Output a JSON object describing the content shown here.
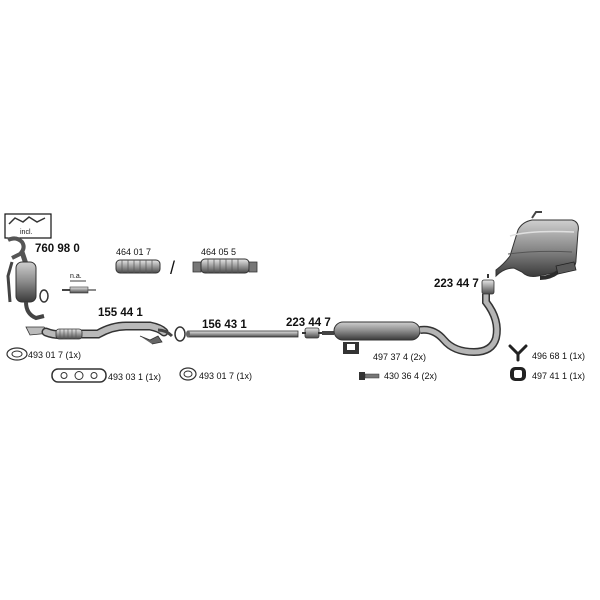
{
  "parts": {
    "catalyst_number": "760 98 0",
    "incl_label": "incl.",
    "na_label": "n.a.",
    "flex_pipe_a": "464 01 7",
    "separator": "/",
    "flex_pipe_b": "464 05 5",
    "front_pipe": "155 44 1",
    "middle_pipe": "156 43 1",
    "clamp_middle": "223 44 7",
    "clamp_rear": "223 44 7",
    "gasket_front": "493 01 7 (1x)",
    "gasket_three_hole": "493 03 1 (1x)",
    "gasket_front_pipe_end": "493 01 7 (1x)",
    "bracket_silencer": "497 37 4  (2x)",
    "bolt": "430 36 4 (2x)",
    "hanger_y": "496 68 1 (1x)",
    "rubber_mount": "497 41 1 (1x)"
  },
  "colors": {
    "part_fill": "#8c8c8c",
    "part_dark": "#3d3d3d",
    "part_light": "#d4d4d4",
    "line": "#1a1a1a"
  }
}
